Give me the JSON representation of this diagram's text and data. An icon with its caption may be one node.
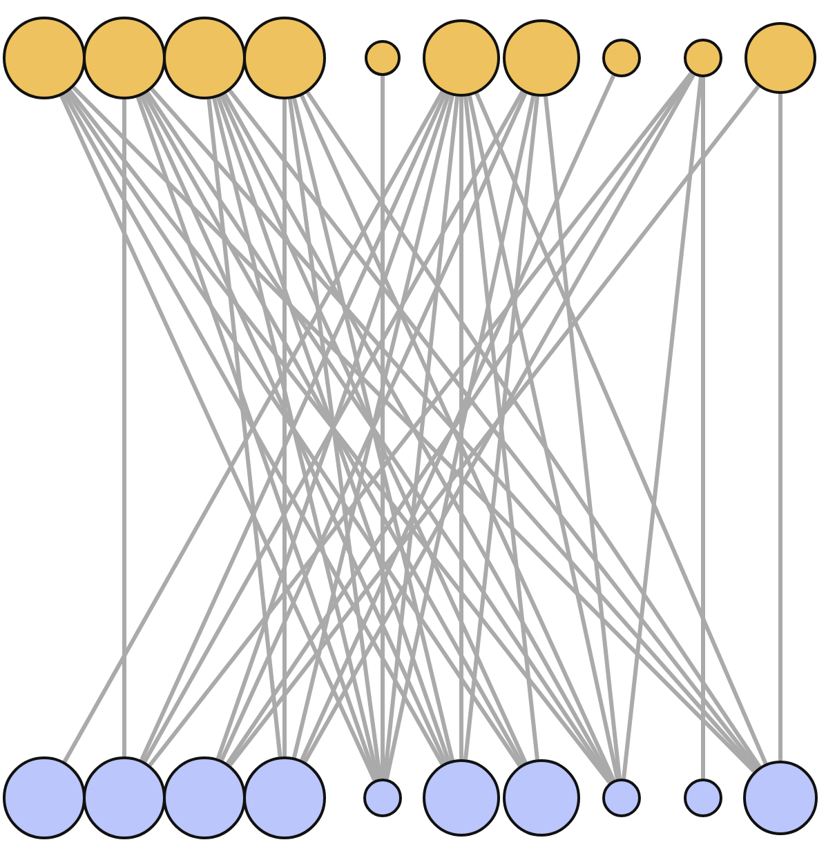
{
  "diagram": {
    "nodes": [
      {
        "text": [],
        "shape": "circle"
      },
      {
        "text": [],
        "shape": "circle"
      },
      {
        "text": [],
        "shape": "circle"
      },
      {
        "text": [],
        "shape": "circle"
      },
      {
        "text": [],
        "shape": "circle"
      },
      {
        "text": [],
        "shape": "circle"
      },
      {
        "text": [],
        "shape": "circle"
      },
      {
        "text": [],
        "shape": "circle"
      },
      {
        "text": [],
        "shape": "circle"
      },
      {
        "text": [],
        "shape": "circle"
      },
      {
        "text": [],
        "shape": "circle"
      },
      {
        "text": [],
        "shape": "circle"
      },
      {
        "text": [],
        "shape": "circle"
      },
      {
        "text": [],
        "shape": "circle"
      },
      {
        "text": [],
        "shape": "circle"
      },
      {
        "text": [],
        "shape": "circle"
      },
      {
        "text": [],
        "shape": "circle"
      },
      {
        "text": [],
        "shape": "circle"
      },
      {
        "text": [],
        "shape": "circle"
      },
      {
        "text": [],
        "shape": "circle"
      }
    ],
    "edges": [
      {
        "from": 0,
        "to": 14,
        "arrow": "none"
      },
      {
        "from": 0,
        "to": 15,
        "arrow": "none"
      },
      {
        "from": 0,
        "to": 16,
        "arrow": "none"
      },
      {
        "from": 0,
        "to": 17,
        "arrow": "none"
      },
      {
        "from": 0,
        "to": 19,
        "arrow": "none"
      },
      {
        "from": 1,
        "to": 11,
        "arrow": "none"
      },
      {
        "from": 1,
        "to": 14,
        "arrow": "none"
      },
      {
        "from": 1,
        "to": 15,
        "arrow": "none"
      },
      {
        "from": 1,
        "to": 16,
        "arrow": "none"
      },
      {
        "from": 1,
        "to": 17,
        "arrow": "none"
      },
      {
        "from": 1,
        "to": 19,
        "arrow": "none"
      },
      {
        "from": 2,
        "to": 13,
        "arrow": "none"
      },
      {
        "from": 2,
        "to": 14,
        "arrow": "none"
      },
      {
        "from": 2,
        "to": 15,
        "arrow": "none"
      },
      {
        "from": 2,
        "to": 16,
        "arrow": "none"
      },
      {
        "from": 2,
        "to": 17,
        "arrow": "none"
      },
      {
        "from": 2,
        "to": 19,
        "arrow": "none"
      },
      {
        "from": 3,
        "to": 13,
        "arrow": "none"
      },
      {
        "from": 3,
        "to": 14,
        "arrow": "none"
      },
      {
        "from": 3,
        "to": 15,
        "arrow": "none"
      },
      {
        "from": 3,
        "to": 17,
        "arrow": "none"
      },
      {
        "from": 3,
        "to": 19,
        "arrow": "none"
      },
      {
        "from": 4,
        "to": 14,
        "arrow": "none"
      },
      {
        "from": 5,
        "to": 10,
        "arrow": "none"
      },
      {
        "from": 5,
        "to": 11,
        "arrow": "none"
      },
      {
        "from": 5,
        "to": 12,
        "arrow": "none"
      },
      {
        "from": 5,
        "to": 13,
        "arrow": "none"
      },
      {
        "from": 5,
        "to": 14,
        "arrow": "none"
      },
      {
        "from": 5,
        "to": 15,
        "arrow": "none"
      },
      {
        "from": 5,
        "to": 16,
        "arrow": "none"
      },
      {
        "from": 5,
        "to": 17,
        "arrow": "none"
      },
      {
        "from": 5,
        "to": 19,
        "arrow": "none"
      },
      {
        "from": 6,
        "to": 11,
        "arrow": "none"
      },
      {
        "from": 6,
        "to": 12,
        "arrow": "none"
      },
      {
        "from": 6,
        "to": 14,
        "arrow": "none"
      },
      {
        "from": 6,
        "to": 15,
        "arrow": "none"
      },
      {
        "from": 6,
        "to": 17,
        "arrow": "none"
      },
      {
        "from": 7,
        "to": 13,
        "arrow": "none"
      },
      {
        "from": 8,
        "to": 11,
        "arrow": "none"
      },
      {
        "from": 8,
        "to": 12,
        "arrow": "none"
      },
      {
        "from": 8,
        "to": 13,
        "arrow": "none"
      },
      {
        "from": 8,
        "to": 17,
        "arrow": "none"
      },
      {
        "from": 8,
        "to": 18,
        "arrow": "none"
      },
      {
        "from": 9,
        "to": 19,
        "arrow": "none"
      },
      {
        "from": 9,
        "to": 12,
        "arrow": "none"
      }
    ]
  }
}
